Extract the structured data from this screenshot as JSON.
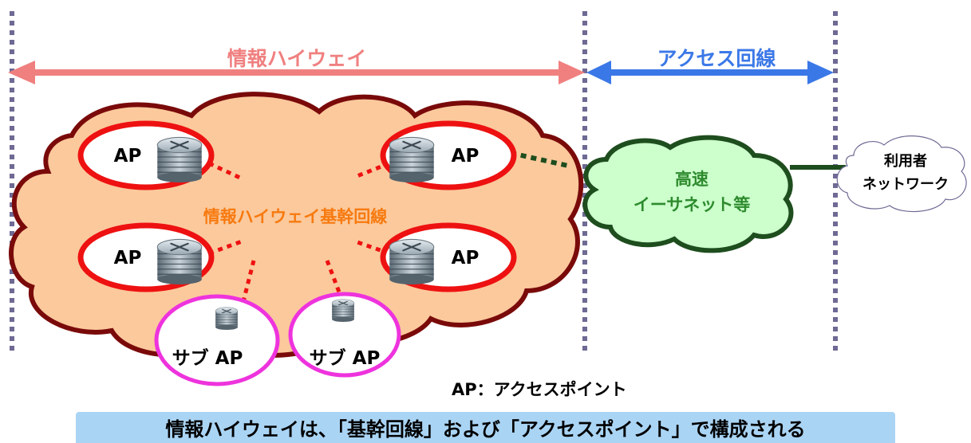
{
  "diagram": {
    "info_highway_label": "情報ハイウェイ",
    "access_line_label": "アクセス回線",
    "backbone_label": "情報ハイウェイ基幹回線",
    "ap_labels": [
      "AP",
      "AP",
      "AP",
      "AP"
    ],
    "sub_ap_labels": [
      "サブ AP",
      "サブ AP"
    ],
    "ethernet_cloud_lines": [
      "高速",
      "イーサネット等"
    ],
    "user_cloud_lines": [
      "利用者",
      "ネットワーク"
    ],
    "legend": "AP：アクセスポイント",
    "footer": "情報ハイウェイは、「基幹回線」および「アクセスポイント」で構成される"
  },
  "colors": {
    "highway_arrow": "#f08080",
    "access_arrow": "#3b78e7",
    "backbone_cloud_fill": "#fbc99c",
    "backbone_cloud_stroke": "#7a0a0a",
    "ap_ring": "#ee1111",
    "sub_ap_ring": "#ee33dd",
    "ethernet_cloud_fill": "#ccffcc",
    "ethernet_cloud_stroke": "#1e4d1e",
    "footer_bg": "#aad4f4",
    "divider": "#6e6a94"
  },
  "icons": {
    "router": "router-icon"
  }
}
